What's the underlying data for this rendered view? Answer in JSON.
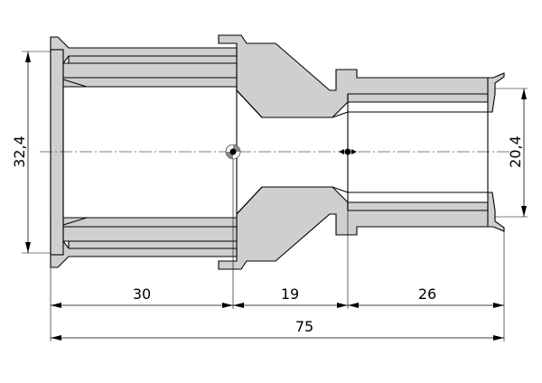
{
  "dimensions": {
    "outer_diameter_left": "32,4",
    "outer_diameter_right": "20,4",
    "length_segment_1": "30",
    "length_segment_2": "19",
    "length_segment_3": "26",
    "total_length": "75"
  },
  "colors": {
    "section_fill": "#cfcfcf",
    "outline": "#000000",
    "background": "#ffffff"
  }
}
